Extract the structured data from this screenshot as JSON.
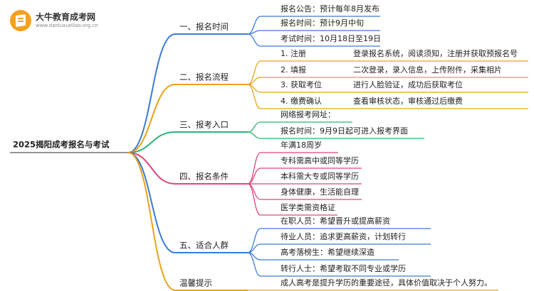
{
  "logo": {
    "icon": "book-graduation-icon",
    "title": "大牛教育成考网",
    "url": "www.daniuxueliao.org.cn"
  },
  "mindmap": {
    "root": "2025揭阳成考报名与考试",
    "branches": [
      {
        "label": "一、报名时间",
        "color": "#3a7bd5",
        "items": [
          "报名公告：预计每年8月发布",
          "报名时间：预计9月中旬",
          "考试时间：10月18日至19日"
        ]
      },
      {
        "label": "二、报名流程",
        "color": "#e8a317",
        "items": [
          {
            "step": "1. 注册",
            "desc": "登录报名系统，阅读须知，注册并获取预报名号"
          },
          {
            "step": "2. 填报",
            "desc": "二次登录，录入信息，上传附件，采集相片"
          },
          {
            "step": "3. 获取考位",
            "desc": "进行人脸验证，成功后获取考位"
          },
          {
            "step": "4. 缴费确认",
            "desc": "查看审核状态，审核通过后缴费"
          }
        ]
      },
      {
        "label": "三、报考入口",
        "color": "#2bb673",
        "items": [
          "网络报考网址：",
          "报名时间：9月9日起可进入报考界面"
        ]
      },
      {
        "label": "四、报名条件",
        "color": "#e0457b",
        "items": [
          "年满18周岁",
          "专科需高中或同等学历",
          "本科需大专或同等学历",
          "身体健康，生活能自理",
          "医学类需资格证"
        ]
      },
      {
        "label": "五、适合人群",
        "color": "#3a7bd5",
        "items": [
          "在职人员：希望晋升或提高薪资",
          "待业人员：追求更高薪资，计划转行",
          "高考落榜生：希望继续深造",
          "转行人士：希望考取不同专业或学历"
        ]
      },
      {
        "label": "温馨提示",
        "color": "#e8a317",
        "items": [
          "成人高考是提升学历的重要途径，具体价值取决于个人努力。"
        ]
      }
    ]
  }
}
